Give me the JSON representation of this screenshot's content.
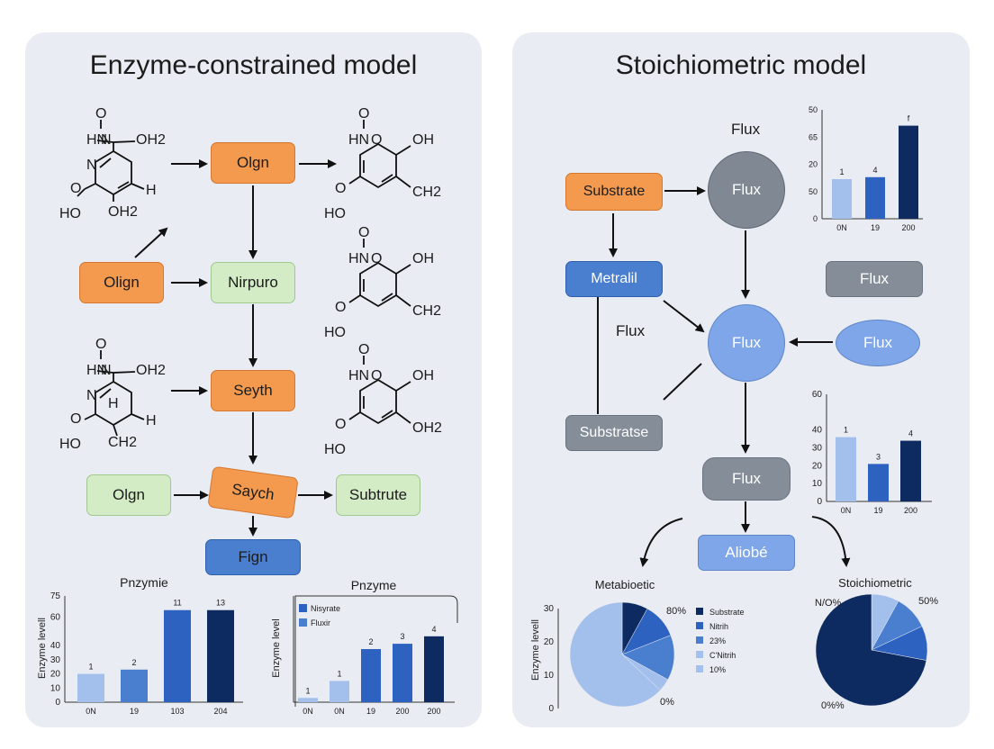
{
  "left_panel": {
    "title": "Enzyme-constrained model",
    "nodes": {
      "olgn_top": "Olgn",
      "olign": "Olign",
      "nirpuro": "Nirpuro",
      "seyth": "Seyth",
      "olgn_bottom": "Olgn",
      "saych": "Saych",
      "subtrute": "Subtrute",
      "fign": "Fign"
    },
    "molecule_labels": {
      "o": "O",
      "hnn": "HN",
      "n": "N",
      "oh2": "OH2",
      "oh": "OH",
      "h": "H",
      "ho": "HO",
      "ch2": "CH2",
      "oh2_sub": "OH2"
    }
  },
  "right_panel": {
    "title": "Stoichiometric model",
    "nodes": {
      "substrate_top": "Substrate",
      "flux_circle_top": "Flux",
      "flux_label_top": "Flux",
      "metralil": "Metralil",
      "flux_box_right": "Flux",
      "flux_label_mid": "Flux",
      "flux_circle_mid": "Flux",
      "flux_ellipse_right": "Flux",
      "substrate_bottom": "Substratse",
      "flux_box_bottom": "Flux",
      "aliobe": "Aliobé"
    }
  },
  "colors": {
    "orange": "#f39a4f",
    "green": "#d3ecc5",
    "blue": "#4a7fd0",
    "light_blue": "#a3bfec",
    "navy": "#0d2b61",
    "grey": "#848d98"
  },
  "chart_data": [
    {
      "type": "bar",
      "id": "enzyme-bar-left",
      "title": "Pnzymie",
      "ylabel": "Enzyme levell",
      "categories": [
        "0N",
        "19",
        "103",
        "204"
      ],
      "values": [
        20,
        23,
        65,
        65
      ],
      "data_labels": [
        "1",
        "2",
        "11",
        "13"
      ],
      "bar_colors": [
        "#a3bfec",
        "#4a7fd0",
        "#2e62c0",
        "#0d2b61"
      ],
      "yticks": [
        0,
        10,
        20,
        30,
        40,
        60,
        75
      ],
      "ylim": [
        0,
        75
      ]
    },
    {
      "type": "bar",
      "id": "enzyme-bar-right",
      "title": "Pnzyme",
      "ylabel": "Enzyme level",
      "categories": [
        "0N",
        "0N",
        "19",
        "200",
        "200"
      ],
      "values": [
        4,
        20,
        50,
        55,
        62
      ],
      "data_labels": [
        "1",
        "1",
        "2",
        "3",
        "4"
      ],
      "bar_colors": [
        "#a3bfec",
        "#a3bfec",
        "#2e62c0",
        "#2e62c0",
        "#0d2b61"
      ],
      "legend": [
        {
          "label": "Nisyrate",
          "color": "#2e62c0"
        },
        {
          "label": "Fluxir",
          "color": "#4a7fd0"
        }
      ],
      "ylim": [
        0,
        100
      ]
    },
    {
      "type": "bar",
      "id": "flux-bar-top",
      "categories": [
        "0N",
        "19",
        "200"
      ],
      "values": [
        20,
        21,
        47
      ],
      "data_labels": [
        "1",
        "4",
        "f"
      ],
      "bar_colors": [
        "#a3bfec",
        "#2e62c0",
        "#0d2b61"
      ],
      "ytick_labels": [
        "0",
        "50",
        "20",
        "65",
        "50"
      ],
      "ylim": [
        0,
        55
      ]
    },
    {
      "type": "bar",
      "id": "flux-bar-mid",
      "categories": [
        "0N",
        "19",
        "200"
      ],
      "values": [
        36,
        21,
        34
      ],
      "data_labels": [
        "1",
        "3",
        "4"
      ],
      "bar_colors": [
        "#a3bfec",
        "#2e62c0",
        "#0d2b61"
      ],
      "yticks": [
        0,
        10,
        20,
        30,
        40,
        60
      ],
      "ylim": [
        0,
        60
      ]
    },
    {
      "type": "pie",
      "id": "metabolic-pie",
      "title": "Metabioetic",
      "ylabel": "Enzyme levell",
      "yticks": [
        0,
        10,
        20,
        30
      ],
      "slices": [
        {
          "label": "Substrate",
          "value": 8,
          "color": "#0d2b61"
        },
        {
          "label": "Nitrih",
          "value": 11,
          "color": "#2e62c0"
        },
        {
          "label": "23%",
          "value": 14,
          "color": "#4a7fd0"
        },
        {
          "label": "C'Nitrih",
          "value": 4,
          "color": "#a3bfec"
        },
        {
          "label": "10%",
          "value": 63,
          "color": "#a3bfec"
        }
      ],
      "slice_labels": [
        "80%",
        "0%"
      ],
      "legend_labels": [
        "Substrate",
        "Nitrih",
        "23%",
        "C'Nitrih",
        "10%"
      ]
    },
    {
      "type": "pie",
      "id": "stoichiometric-pie",
      "title": "Stoichiometric",
      "slices": [
        {
          "value": 8,
          "color": "#a3bfec"
        },
        {
          "value": 10,
          "color": "#4a7fd0"
        },
        {
          "value": 10,
          "color": "#2e62c0"
        },
        {
          "value": 72,
          "color": "#0d2b61"
        }
      ],
      "slice_labels": [
        "N/O%",
        "50%",
        "0%%"
      ]
    }
  ]
}
